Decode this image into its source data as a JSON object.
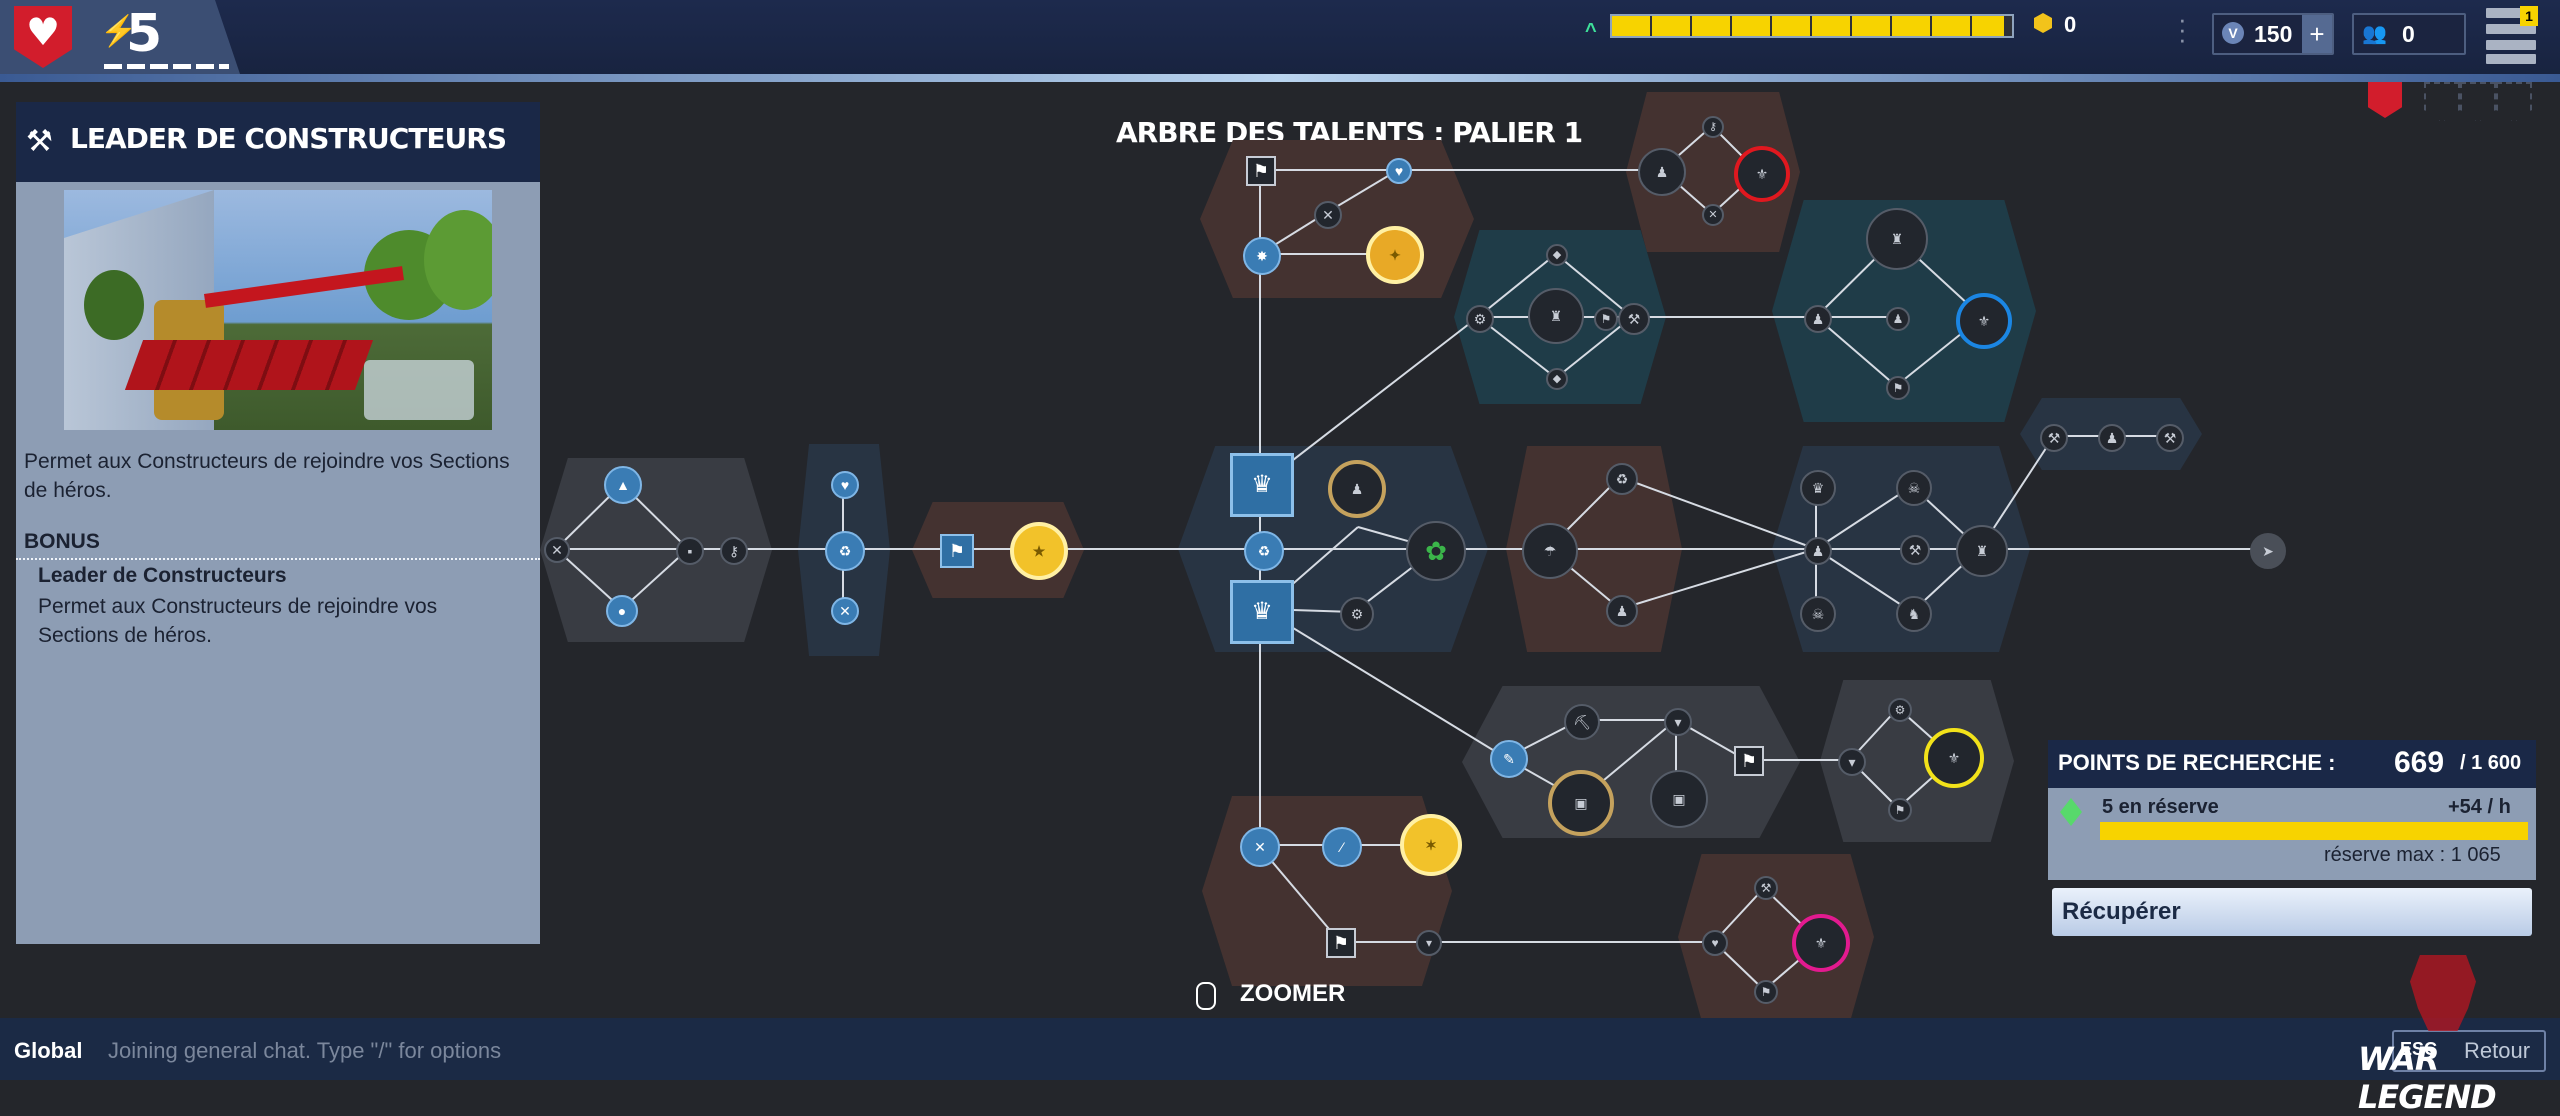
{
  "topbar": {
    "power_level": "5",
    "xp_fill_percent": 98,
    "gold_amount": "0",
    "vbucks_amount": "150",
    "vbucks_add_label": "+",
    "friends_count": "0",
    "notification_badge": "1"
  },
  "left_panel": {
    "title": "LEADER DE CONSTRUCTEURS",
    "description": "Permet aux Constructeurs de rejoindre vos Sections de héros.",
    "bonus_label": "BONUS",
    "bonus_name": "Leader de Constructeurs",
    "bonus_description": "Permet aux Constructeurs de rejoindre vos Sections de héros."
  },
  "tree": {
    "title": "ARBRE DES TALENTS : PALIER 1",
    "ring_colors": {
      "red": "#e0181f",
      "blue": "#1b86e3",
      "yellow": "#f2e21a",
      "magenta": "#e21a8f"
    }
  },
  "research": {
    "label": "POINTS DE RECHERCHE :",
    "value": "669",
    "max": "/ 1 600",
    "reserve_count": "5 en réserve",
    "reserve_rate": "+54 / h",
    "reserve_fill_fraction": 1.0,
    "reserve_max": "réserve max : 1 065",
    "claim_label": "Récupérer"
  },
  "zoom": {
    "label": "ZOOMER"
  },
  "chat": {
    "channel": "Global",
    "hint": "Joining general chat. Type \"/\" for options"
  },
  "footer": {
    "esc_key": "ESC",
    "esc_label": "Retour",
    "watermark": "WAR LEGEND"
  }
}
